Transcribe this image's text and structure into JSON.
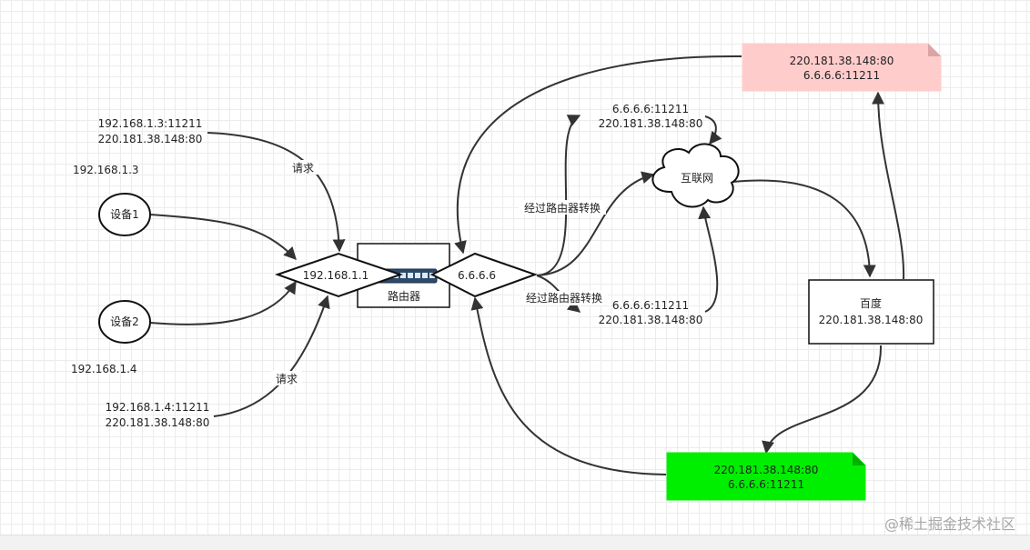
{
  "labels": {
    "device1": "设备1",
    "device2": "设备2",
    "ip_device1": "192.168.1.3",
    "ip_device2": "192.168.1.4",
    "req1_src": "192.168.1.3:11211",
    "req1_dst": "220.181.38.148:80",
    "req2_src": "192.168.1.4:11211",
    "req2_dst": "220.181.38.148:80",
    "request": "请求",
    "router_lan_ip": "192.168.1.1",
    "router_wan_ip": "6.6.6.6",
    "router": "路由器",
    "internet": "互联网",
    "baidu_name": "百度",
    "baidu_ip": "220.181.38.148:80",
    "nat_upper_src": "6.6.6.6:11211",
    "nat_upper_dst": "220.181.38.148:80",
    "nat_lower_src": "6.6.6.6:11211",
    "nat_lower_dst": "220.181.38.148:80",
    "via_router_upper": "经过路由器转换",
    "via_router_lower": "经过路由器转换",
    "resp_pink_1": "220.181.38.148:80",
    "resp_pink_2": "6.6.6.6:11211",
    "resp_green_1": "220.181.38.148:80",
    "resp_green_2": "6.6.6.6:11211",
    "watermark": "@稀土掘金技术社区"
  },
  "colors": {
    "pink_note": "#ffcccc",
    "green_note": "#00ee00",
    "stroke": "#333333"
  }
}
